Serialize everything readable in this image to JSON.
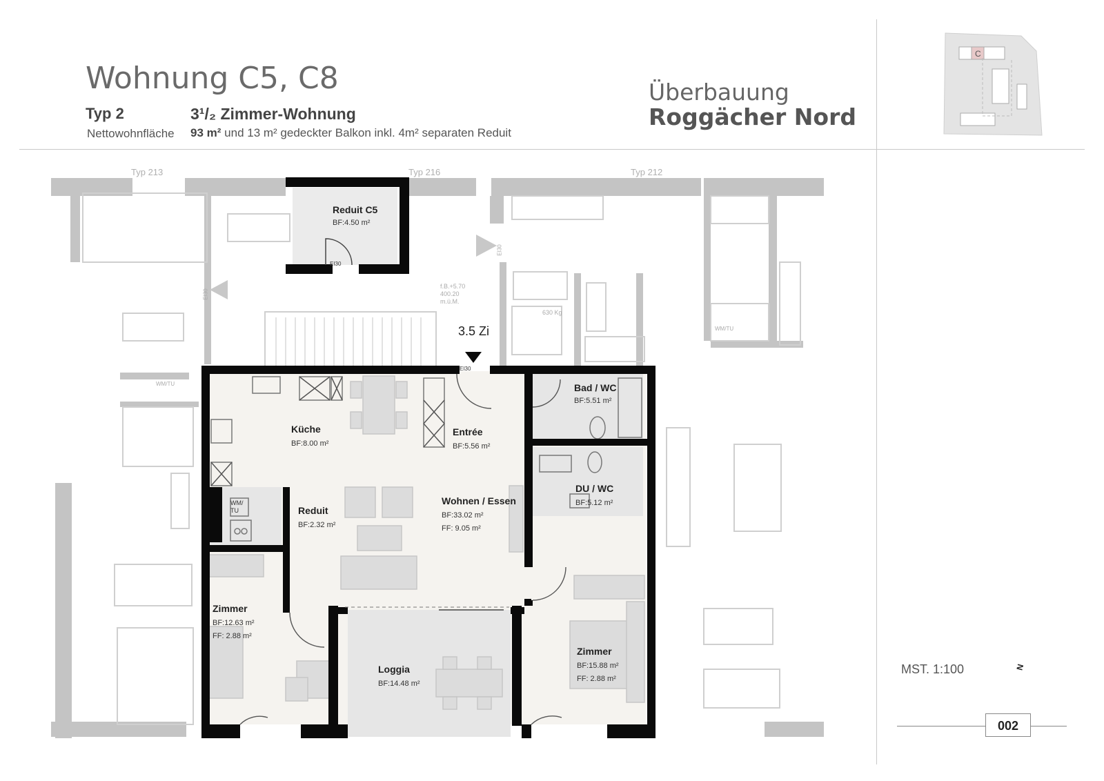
{
  "header": {
    "title": "Wohnung C5, C8",
    "type": "Typ 2",
    "rooms_label": "3¹/₂ Zimmer-Wohnung",
    "net_area_label": "Nettowohnfläche",
    "net_area_value": "93 m²",
    "net_area_text": "und 13 m² gedeckter Balkon inkl. 4m² separaten Reduit"
  },
  "brand": {
    "line1": "Überbauung",
    "line2": "Roggächer Nord"
  },
  "site_plan": {
    "marker": "C"
  },
  "floorplan": {
    "neighbor_labels": [
      "Typ 213",
      "Typ 216",
      "Typ 212"
    ],
    "unit_label": "3.5 Zi",
    "door_labels": [
      "EI30",
      "EI30",
      "EI30",
      "EI30"
    ],
    "elevation_note": [
      "f.B.+5.70",
      "400.20",
      "m.ü.M."
    ],
    "lift_label": "630 Kg",
    "wm_labels": [
      "WM/TU",
      "WM/TU",
      "WM/\nTU"
    ],
    "rooms": [
      {
        "name": "Reduit C5",
        "areas": [
          "BF:4.50 m²"
        ]
      },
      {
        "name": "Küche",
        "areas": [
          "BF:8.00 m²"
        ]
      },
      {
        "name": "Entrée",
        "areas": [
          "BF:5.56 m²"
        ]
      },
      {
        "name": "Bad / WC",
        "areas": [
          "BF:5.51 m²"
        ]
      },
      {
        "name": "DU / WC",
        "areas": [
          "BF:5.12 m²"
        ]
      },
      {
        "name": "Reduit",
        "areas": [
          "BF:2.32 m²"
        ]
      },
      {
        "name": "Wohnen / Essen",
        "areas": [
          "BF:33.02 m²",
          "FF:  9.05 m²"
        ]
      },
      {
        "name": "Zimmer",
        "areas": [
          "BF:12.63 m²",
          "FF:  2.88 m²"
        ]
      },
      {
        "name": "Loggia",
        "areas": [
          "BF:14.48 m²"
        ]
      },
      {
        "name": "Zimmer",
        "areas": [
          "BF:15.88 m²",
          "FF:  2.88 m²"
        ]
      }
    ]
  },
  "footer": {
    "scale": "MST. 1:100",
    "north_label": "N",
    "page_number": "002"
  },
  "colors": {
    "wall": "#0a0a0a",
    "gray_wall": "#c4c4c4",
    "floor": "#f5f3ef",
    "wet_floor": "#e6e6e6",
    "furniture": "#dcdcdc"
  }
}
